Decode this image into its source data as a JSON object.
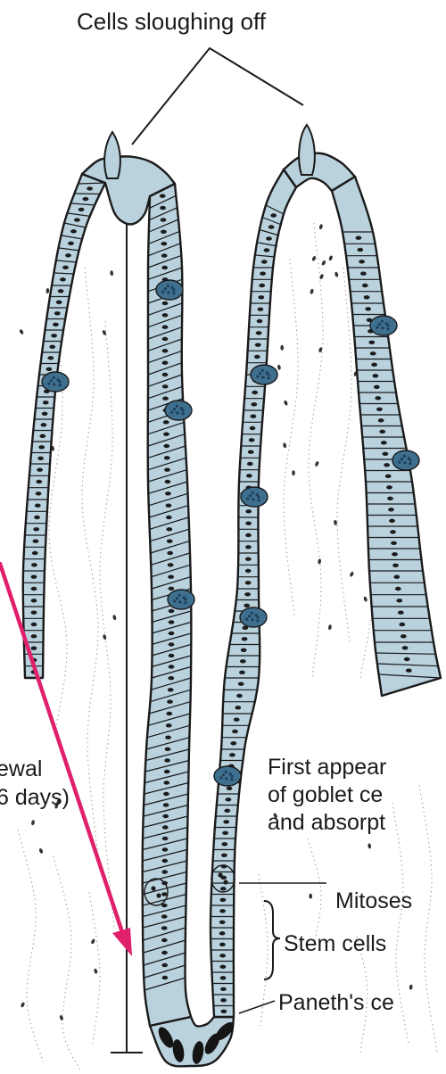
{
  "labels": {
    "cells_sloughing_off": "Cells sloughing off",
    "renewal_line1": "ewal",
    "renewal_line2": "6 days)",
    "first_appearance_line1": "First appear",
    "first_appearance_line2": "of goblet ce",
    "first_appearance_line3": "and absorpt",
    "mitoses": "Mitoses",
    "stem_cells": "Stem cells",
    "paneth_cells": "Paneth's ce"
  },
  "colors": {
    "epithelium": "#b9d2de",
    "goblet_cell": "#3f6f8e",
    "nucleus": "#1c1c1c",
    "outline": "#1a1a1a",
    "arrow": "#e0206a",
    "background": "#ffffff"
  }
}
